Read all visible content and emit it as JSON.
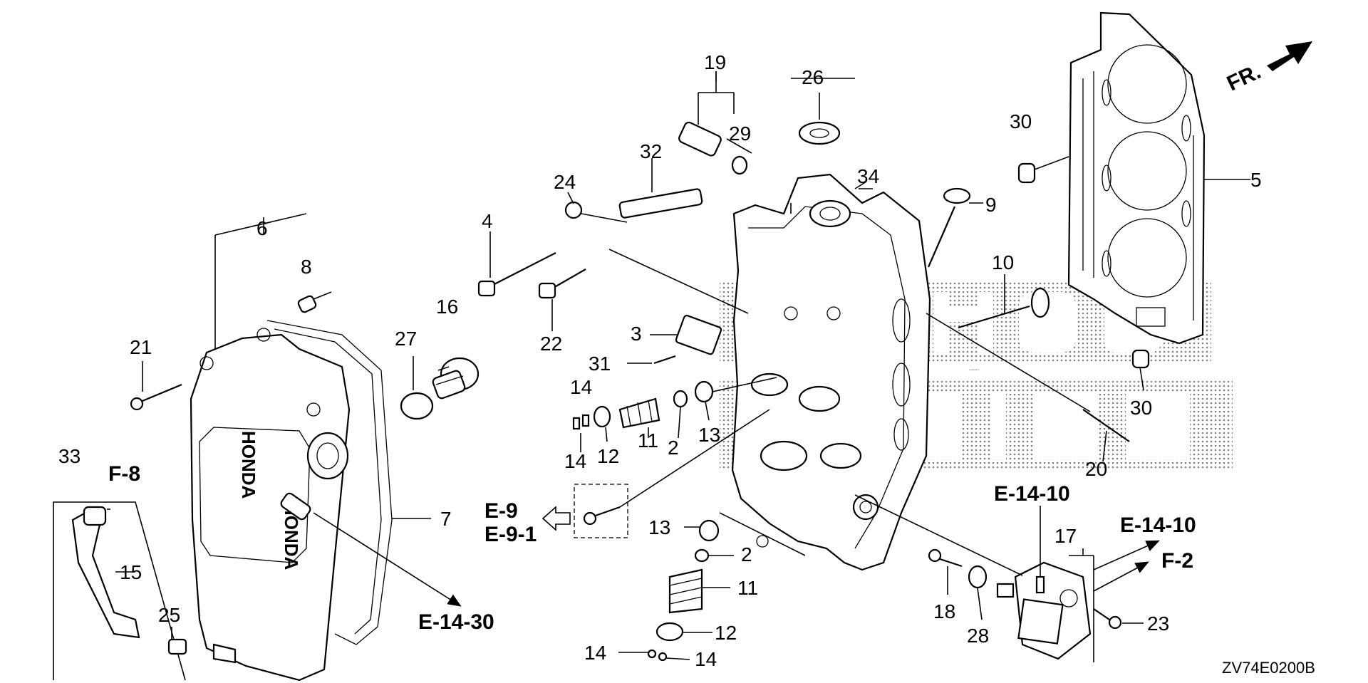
{
  "diagram": {
    "figure_code": "ZV74E0200B",
    "front_mark": "FR.",
    "watermark": "HONDA PARTS",
    "callouts": {
      "p1": "2",
      "p2": "2",
      "p3": "3",
      "p4": "4",
      "p5": "5",
      "p6": "6",
      "p7": "7",
      "p8": "8",
      "p9": "9",
      "p10": "10",
      "p11a": "11",
      "p11b": "11",
      "p12a": "12",
      "p12b": "12",
      "p13a": "13",
      "p13b": "13",
      "p14a": "14",
      "p14b": "14",
      "p14c": "14",
      "p14d": "14",
      "p15": "15",
      "p16": "16",
      "p17": "17",
      "p18": "18",
      "p19": "19",
      "p20": "20",
      "p21": "21",
      "p22": "22",
      "p23": "23",
      "p24": "24",
      "p25": "25",
      "p26": "26",
      "p27": "27",
      "p28": "28",
      "p29": "29",
      "p30a": "30",
      "p30b": "30",
      "p31": "31",
      "p32": "32",
      "p33": "33",
      "p34": "34"
    },
    "references": {
      "f8": "F-8",
      "e9": "E-9",
      "e91": "E-9-1",
      "e1430": "E-14-30",
      "e1410a": "E-14-10",
      "e1410b": "E-14-10",
      "f2": "F-2"
    }
  }
}
